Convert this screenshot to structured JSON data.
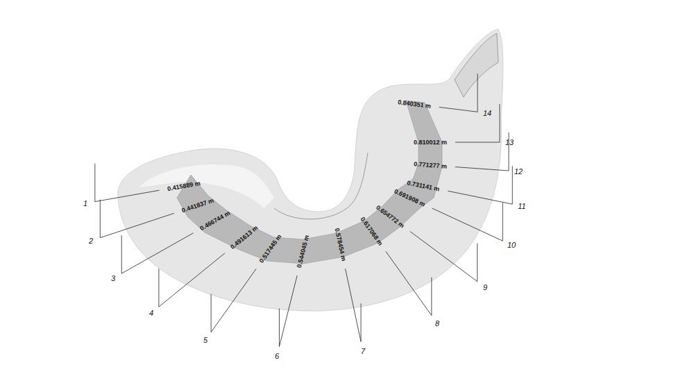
{
  "diagram": {
    "labels": [
      "1",
      "2",
      "3",
      "4",
      "5",
      "6",
      "7",
      "8",
      "9",
      "10",
      "11",
      "12",
      "13",
      "14",
      "0.415889 m",
      "0.441837 m",
      "0.466744 m",
      "0.491613 m",
      "0.517445 m",
      "0.544045 m",
      "0.578454 m",
      "0.617068 m",
      "0.654772 m",
      "0.691908 m",
      "0.731141 m",
      "0.771277 m",
      "0.810012 m",
      "0.840351 m"
    ]
  }
}
